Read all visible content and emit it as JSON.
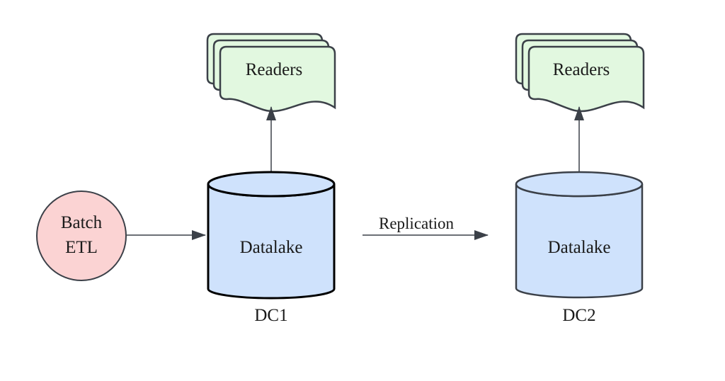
{
  "colors": {
    "etl_fill": "#fbd3d3",
    "reader_fill": "#e2f8e0",
    "datalake_fill": "#cfe2fc",
    "stroke": "#3b4048",
    "arrow": "#3b4048",
    "text": "#1a1a1a"
  },
  "etl": {
    "line1": "Batch",
    "line2": "ETL"
  },
  "dc1": {
    "readers_label": "Readers",
    "datalake_label": "Datalake",
    "caption": "DC1"
  },
  "dc2": {
    "readers_label": "Readers",
    "datalake_label": "Datalake",
    "caption": "DC2"
  },
  "replication": {
    "label": "Replication"
  }
}
